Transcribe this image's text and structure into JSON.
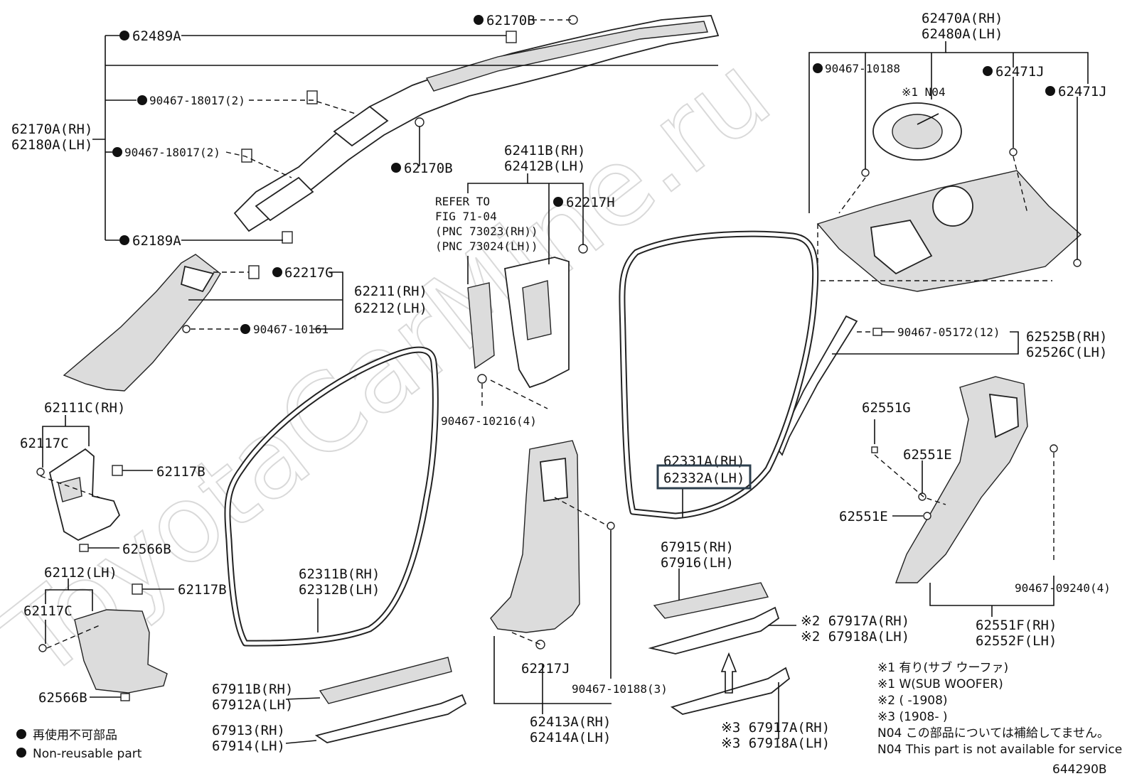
{
  "watermark": "ToyotaCarMine.ru",
  "diagram_code": "644290B",
  "labels": {
    "62170B_top": "62170B",
    "62489A": "62489A",
    "90467_18017_a": "90467-18017(2)",
    "62170A_RH": "62170A(RH)",
    "62180A_LH": "62180A(LH)",
    "90467_18017_b": "90467-18017(2)",
    "62170B_mid": "62170B",
    "62189A": "62189A",
    "62217G": "62217G",
    "62211_RH": "62211(RH)",
    "62212_LH": "62212(LH)",
    "90467_10161": "90467-10161",
    "62411B_RH": "62411B(RH)",
    "62412B_LH": "62412B(LH)",
    "refer1": "REFER TO",
    "refer2": "FIG 71-04",
    "refer3": "(PNC 73023(RH))",
    "refer4": "(PNC 73024(LH))",
    "62217H": "62217H",
    "90467_10216": "90467-10216(4)",
    "62470A_RH": "62470A(RH)",
    "62480A_LH": "62480A(LH)",
    "90467_10188_top": "90467-10188",
    "62471J_a": "62471J",
    "62471J_b": "62471J",
    "note1_N04": "※1 N04",
    "90467_05172": "90467-05172(12)",
    "62525B_RH": "62525B(RH)",
    "62526C_LH": "62526C(LH)",
    "62111C_RH": "62111C(RH)",
    "62117C_a": "62117C",
    "62117B_a": "62117B",
    "62566B_a": "62566B",
    "62112_LH": "62112(LH)",
    "62117B_b": "62117B",
    "62117C_b": "62117C",
    "62566B_b": "62566B",
    "62311B_RH": "62311B(RH)",
    "62312B_LH": "62312B(LH)",
    "62331A_RH": "62331A(RH)",
    "62332A_LH": "62332A(LH)",
    "62551G": "62551G",
    "62551E_a": "62551E",
    "62551E_b": "62551E",
    "90467_09240": "90467-09240(4)",
    "62551F_RH": "62551F(RH)",
    "62552F_LH": "62552F(LH)",
    "67915_RH": "67915(RH)",
    "67916_LH": "67916(LH)",
    "67917A_RH_2": "※2 67917A(RH)",
    "67918A_LH_2": "※2 67918A(LH)",
    "62217J": "62217J",
    "90467_10188_bottom": "90467-10188(3)",
    "67911B_RH": "67911B(RH)",
    "67912A_LH": "67912A(LH)",
    "67913_RH": "67913(RH)",
    "67914_LH": "67914(LH)",
    "62413A_RH": "62413A(RH)",
    "62414A_LH": "62414A(LH)",
    "67917A_RH_3": "※3 67917A(RH)",
    "67918A_LH_3": "※3 67918A(LH)"
  },
  "legend": {
    "reuse_jp": "再使用不可部品",
    "reuse_en": "Non-reusable part"
  },
  "notes": [
    "※1 有り(サブ ウーファ)",
    "※1 W(SUB WOOFER)",
    "※2 (     -1908)",
    "※3 (1908-     )",
    "N04  この部品については補給してません。",
    "N04  This part is not available for service"
  ]
}
